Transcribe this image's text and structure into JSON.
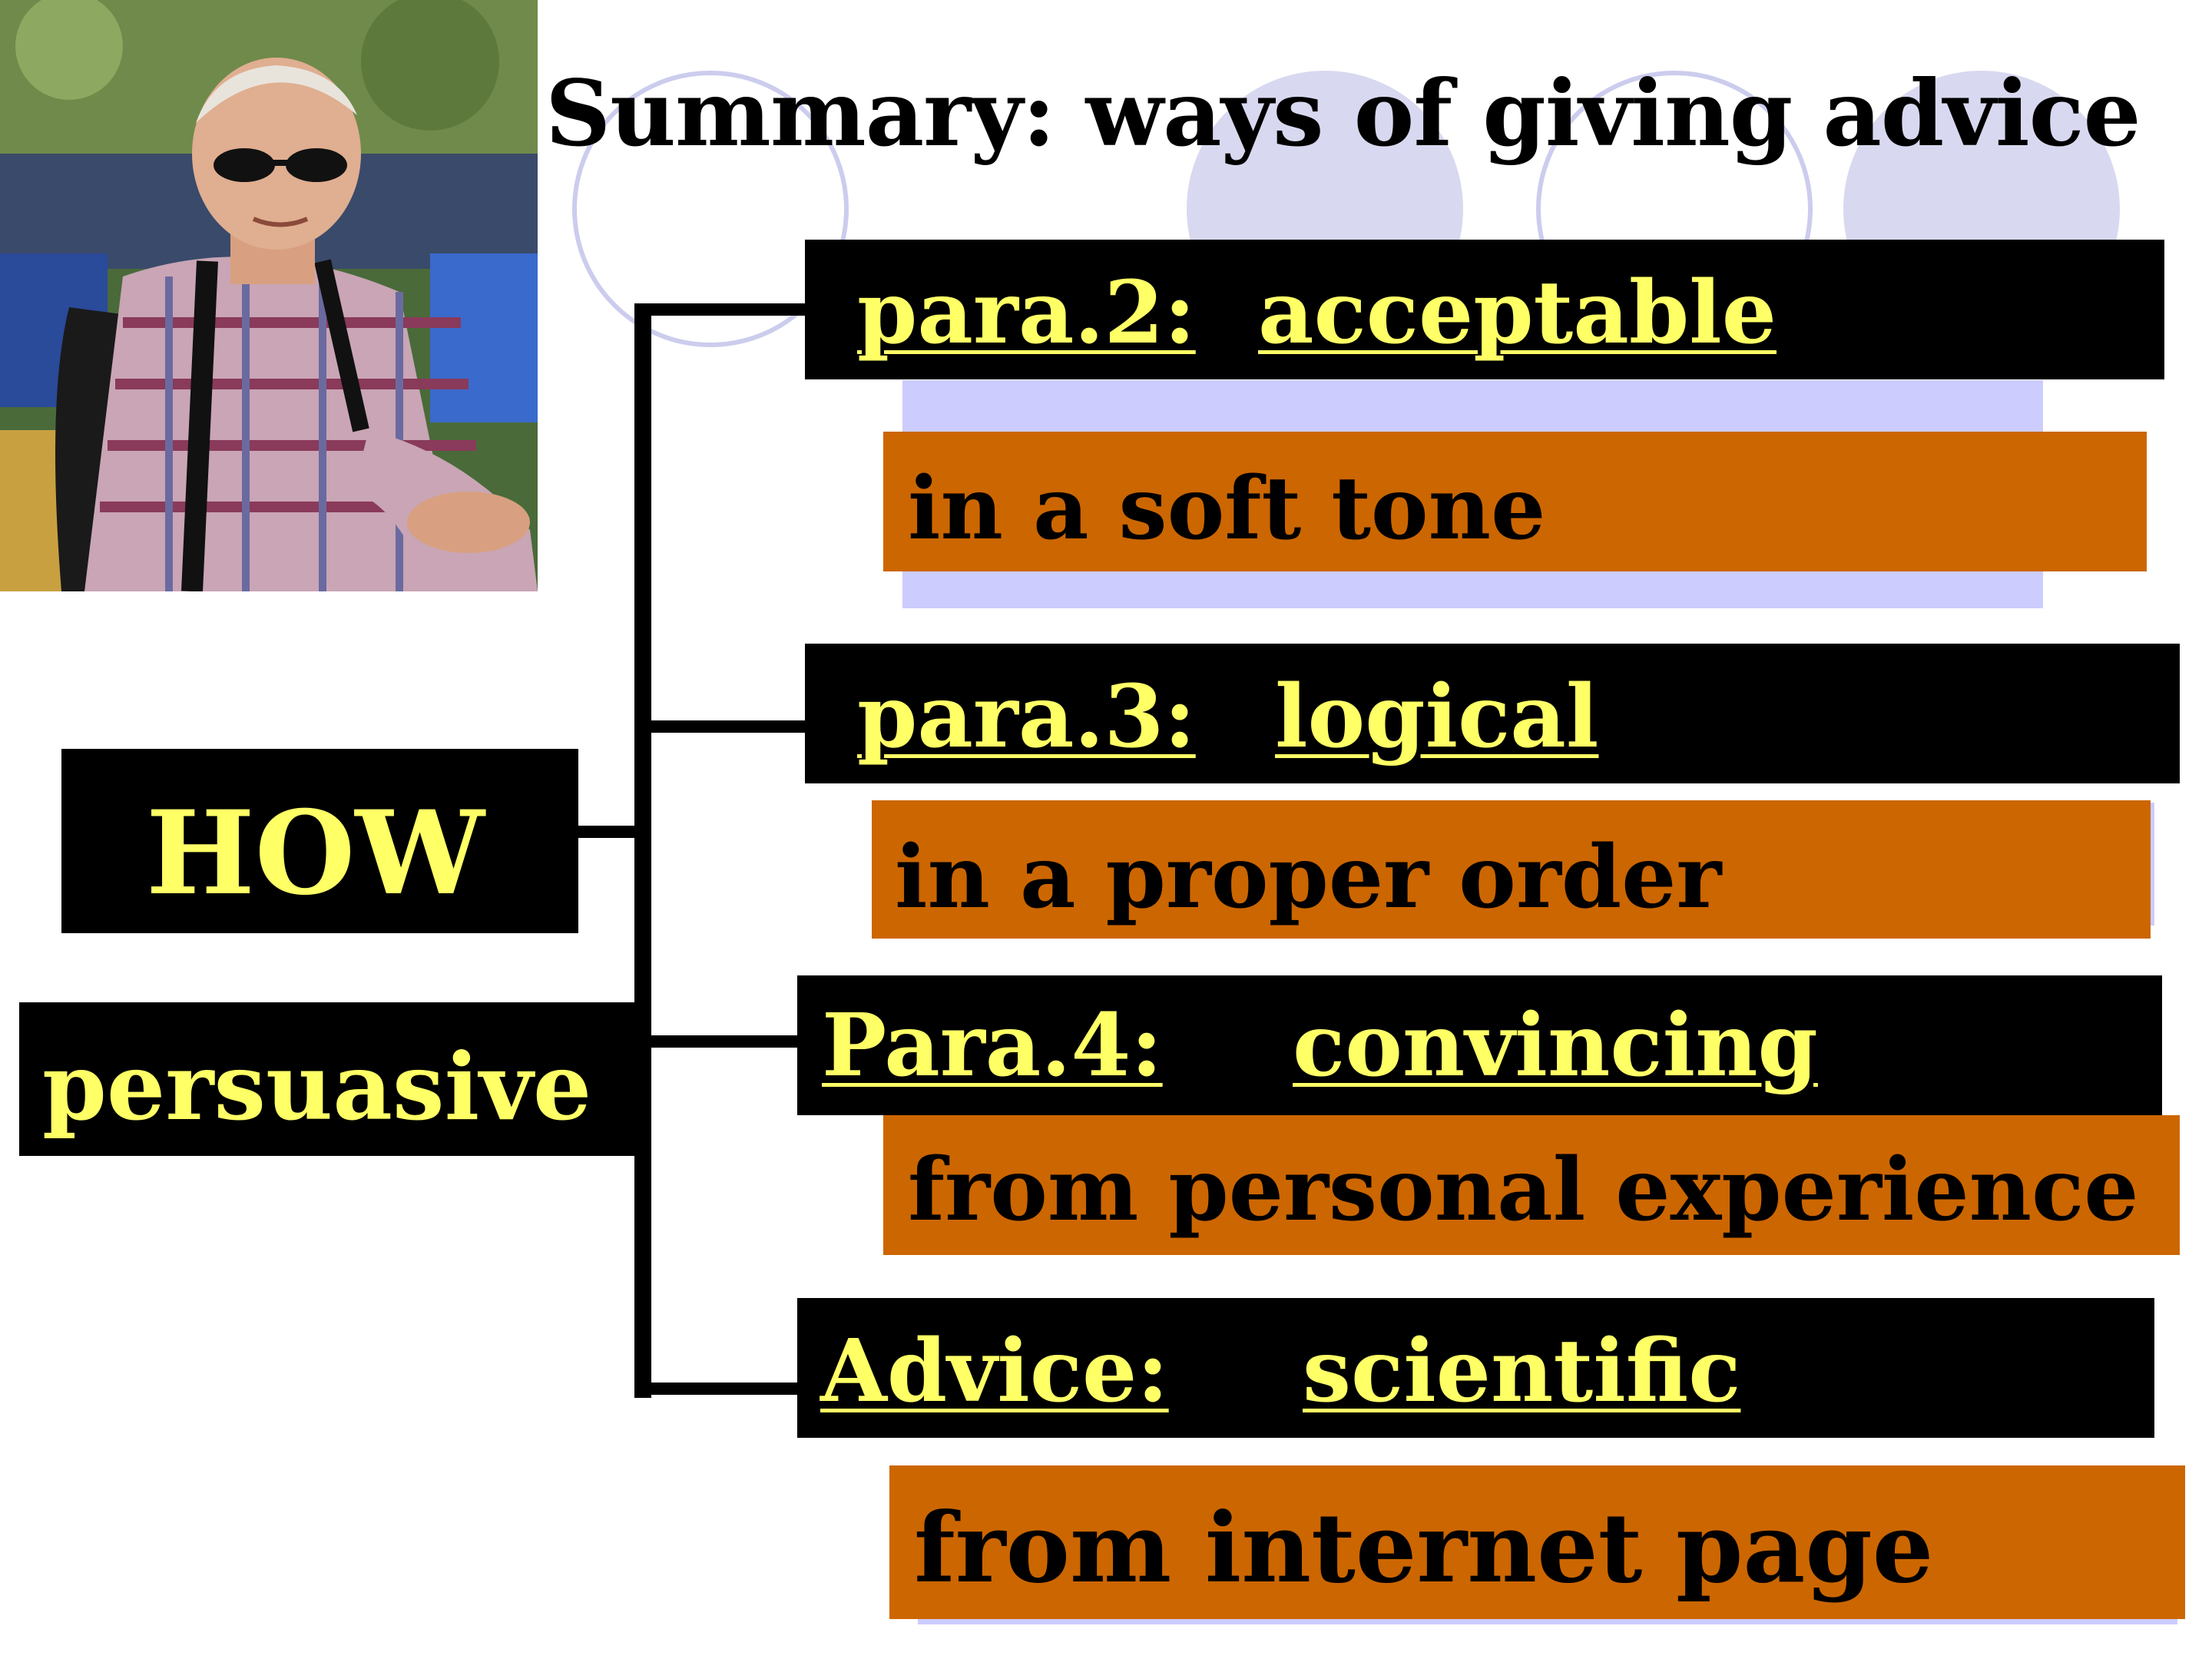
{
  "slide": {
    "title": "Summary: ways of giving advice",
    "how_label": "HOW",
    "persuasive_label": "persuasive",
    "branches": [
      {
        "para": "para.2:",
        "quality": "acceptable",
        "method": "in  a  soft  tone"
      },
      {
        "para": "para.3:",
        "quality": "logical",
        "method": "in  a  proper order"
      },
      {
        "para": "Para.4:",
        "quality": "convincing",
        "method": "from personal experience"
      },
      {
        "para": "Advice:",
        "quality": "scientific",
        "method": "from internet page"
      }
    ]
  },
  "colors": {
    "label_yellow": "#ffff66",
    "box_black": "#000000",
    "method_orange": "#cc6600",
    "backing_lavender": "#ccccff",
    "circle_outline": "#ccccee",
    "circle_fill": "#d8d8f0"
  }
}
